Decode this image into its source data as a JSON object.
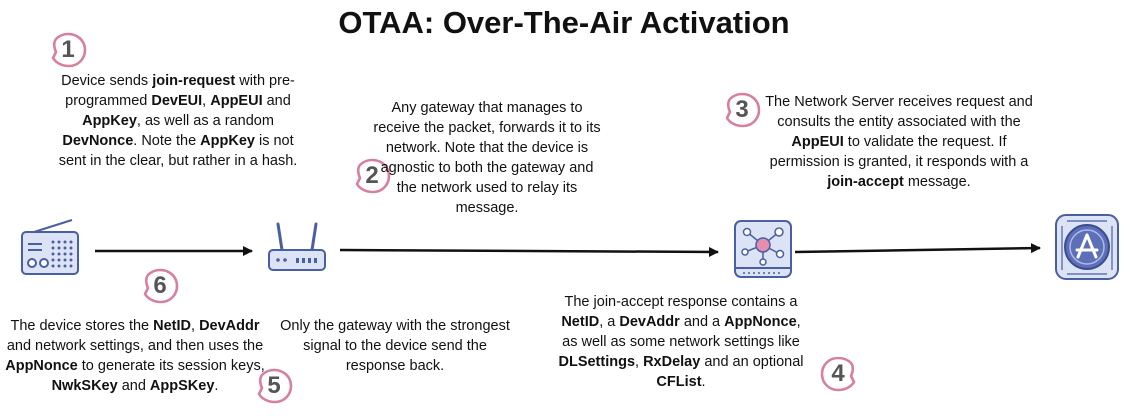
{
  "title": "OTAA: Over-The-Air Activation",
  "steps": [
    {
      "number": "1",
      "parts": [
        {
          "t": "Device sends "
        },
        {
          "t": "join-request",
          "b": true
        },
        {
          "t": " with pre-programmed "
        },
        {
          "t": "DevEUI",
          "b": true
        },
        {
          "t": ", "
        },
        {
          "t": "AppEUI",
          "b": true
        },
        {
          "t": " and "
        },
        {
          "t": "AppKey",
          "b": true
        },
        {
          "t": ", as well as a random "
        },
        {
          "t": "DevNonce",
          "b": true
        },
        {
          "t": ". Note the "
        },
        {
          "t": "AppKey",
          "b": true
        },
        {
          "t": " is not sent in the clear, but rather in a hash."
        }
      ]
    },
    {
      "number": "2",
      "parts": [
        {
          "t": "Any gateway that manages to receive the packet, forwards it to its network. Note that the device is agnostic to both the gateway and the network used to relay its message."
        }
      ]
    },
    {
      "number": "3",
      "parts": [
        {
          "t": "The Network Server receives request and consults the entity associated with the "
        },
        {
          "t": "AppEUI",
          "b": true
        },
        {
          "t": " to validate the request. If permission is granted, it responds with a "
        },
        {
          "t": "join-accept",
          "b": true
        },
        {
          "t": " message."
        }
      ]
    },
    {
      "number": "4",
      "parts": [
        {
          "t": "The join-accept response contains a "
        },
        {
          "t": "NetID",
          "b": true
        },
        {
          "t": ", a "
        },
        {
          "t": "DevAddr",
          "b": true
        },
        {
          "t": " and a "
        },
        {
          "t": "AppNonce",
          "b": true
        },
        {
          "t": ", as well as some network settings like "
        },
        {
          "t": "DLSettings",
          "b": true
        },
        {
          "t": ", "
        },
        {
          "t": "RxDelay",
          "b": true
        },
        {
          "t": " and an optional "
        },
        {
          "t": "CFList",
          "b": true
        },
        {
          "t": "."
        }
      ]
    },
    {
      "number": "5",
      "parts": [
        {
          "t": "Only the gateway with the strongest signal to the device send the response back."
        }
      ]
    },
    {
      "number": "6",
      "parts": [
        {
          "t": "The device stores the "
        },
        {
          "t": "NetID",
          "b": true
        },
        {
          "t": ", "
        },
        {
          "t": "DevAddr",
          "b": true
        },
        {
          "t": " and network settings, and then uses the "
        },
        {
          "t": "AppNonce",
          "b": true
        },
        {
          "t": " to generate its session keys, "
        },
        {
          "t": "NwkSKey",
          "b": true
        },
        {
          "t": " and "
        },
        {
          "t": "AppSKey",
          "b": true
        },
        {
          "t": "."
        }
      ]
    }
  ],
  "icons": {
    "device": "radio-icon",
    "gateway": "router-icon",
    "network_server": "network-hub-icon",
    "application_server": "app-store-icon"
  },
  "colors": {
    "badge": "#d77fa1",
    "device_icon": "#4a5fa3",
    "icon_fill": "#dce3f5",
    "hub_node": "#e58fb0",
    "app_icon_bg": "#5d6fb8"
  }
}
